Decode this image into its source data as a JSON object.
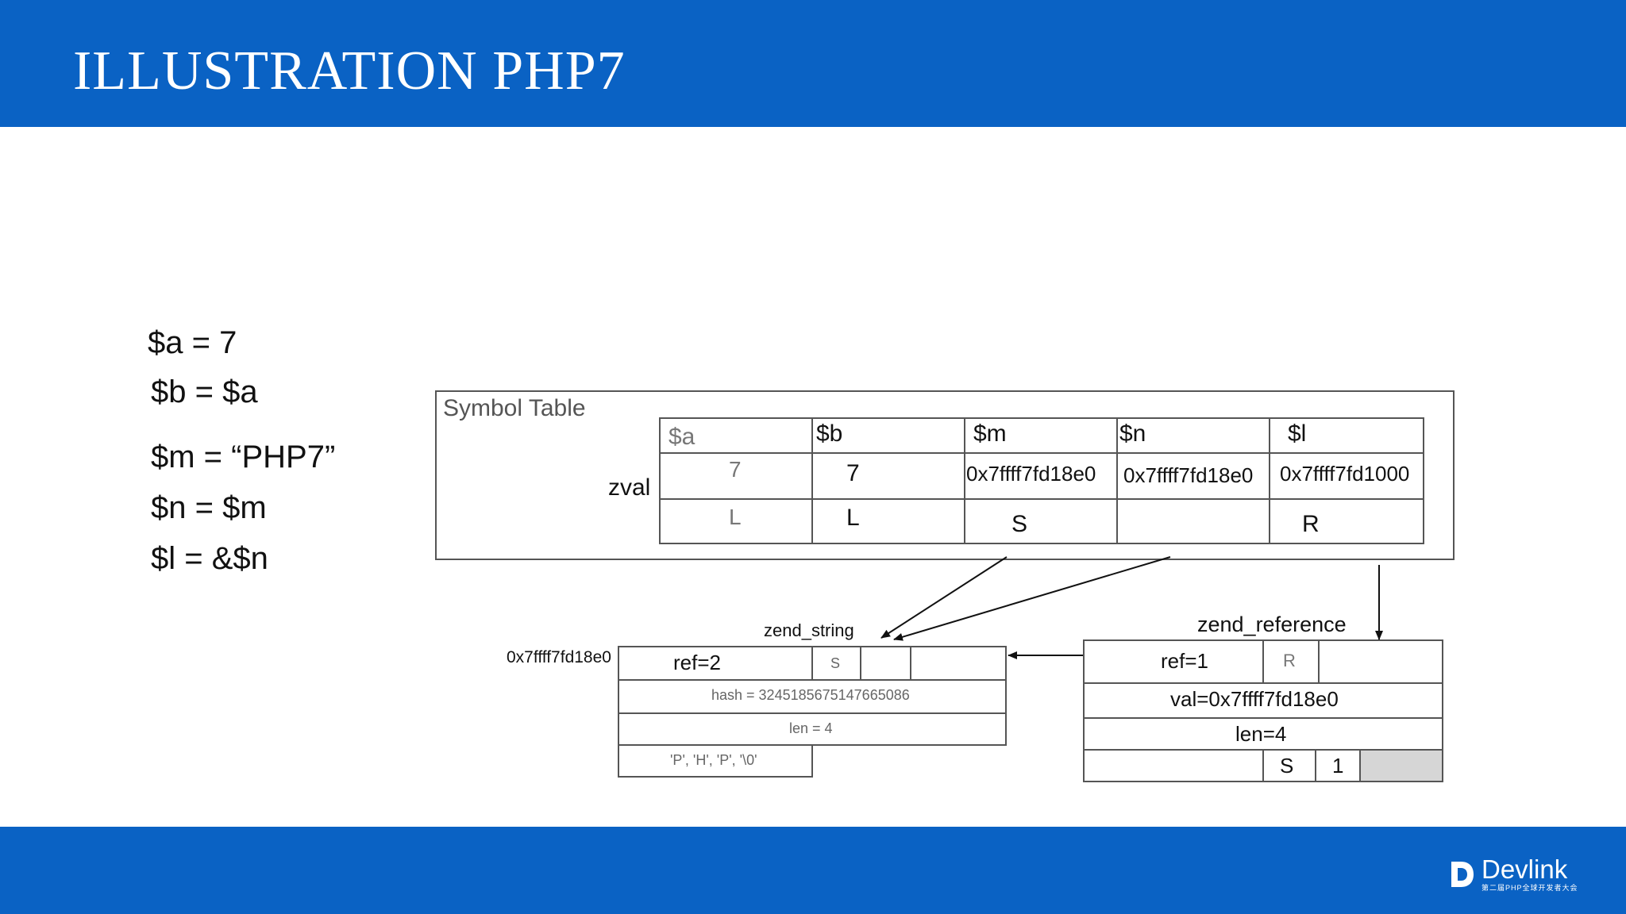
{
  "slide": {
    "title": "ILLUSTRATION PHP7"
  },
  "code": [
    "$a = 7",
    "$b = $a",
    "$m = “PHP7”",
    "$n = $m",
    "$l = &$n"
  ],
  "symbol_table": {
    "label": "Symbol Table",
    "zval_label": "zval",
    "columns": [
      {
        "name": "$a",
        "value": "7",
        "type": "L"
      },
      {
        "name": "$b",
        "value": "7",
        "type": "L"
      },
      {
        "name": "$m",
        "value": "0x7ffff7fd18e0",
        "type": "S"
      },
      {
        "name": "$n",
        "value": "0x7ffff7fd18e0",
        "type": ""
      },
      {
        "name": "$l",
        "value": "0x7ffff7fd1000",
        "type": "R"
      }
    ]
  },
  "zend_string": {
    "label": "zend_string",
    "address": "0x7ffff7fd18e0",
    "ref": "ref=2",
    "type": "S",
    "hash": "hash = 3245185675147665086",
    "len": "len = 4",
    "chars": "'P', 'H', 'P', '\\0'"
  },
  "zend_reference": {
    "label": "zend_reference",
    "ref": "ref=1",
    "type": "R",
    "val": "val=0x7ffff7fd18e0",
    "len": "len=4",
    "sub_type": "S",
    "sub_count": "1"
  },
  "brand": {
    "name": "Devlink",
    "tagline": "第二届PHP全球开发者大会",
    "colors": {
      "primary": "#0a62c4"
    }
  }
}
